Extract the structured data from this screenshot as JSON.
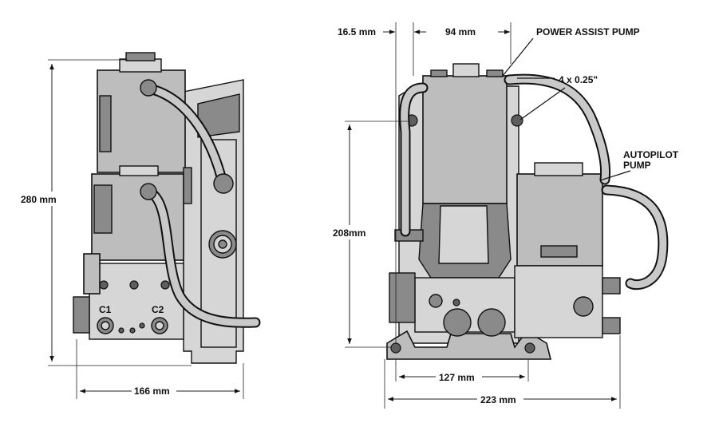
{
  "left_view": {
    "height_label": "280 mm",
    "width_label": "166 mm",
    "port_c1": "C1",
    "port_c2": "C2"
  },
  "right_view": {
    "left_offset_label": "16.5 mm",
    "top_width_label": "94 mm",
    "power_assist_label": "POWER ASSIST PUMP",
    "bolt_label": "4 x 0.25\"",
    "autopilot_label_line1": "AUTOPILOT",
    "autopilot_label_line2": "PUMP",
    "height_label": "208mm",
    "base_width_label": "127 mm",
    "overall_width_label": "223 mm"
  }
}
